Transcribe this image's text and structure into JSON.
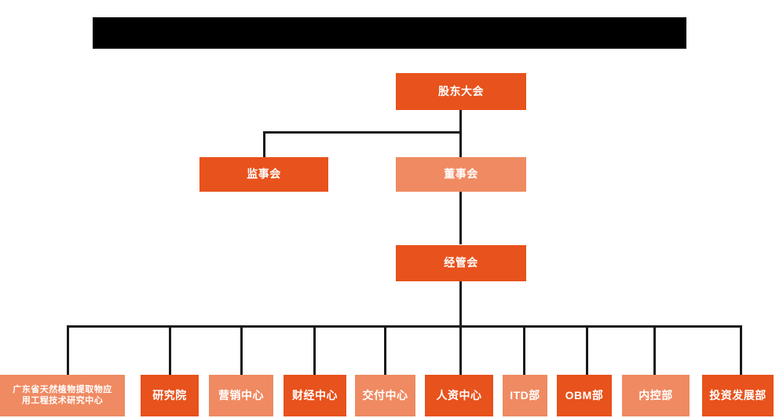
{
  "diagram": {
    "title_bar": {
      "text": "",
      "redacted": true
    },
    "type": "organization-chart",
    "colors": {
      "primary_dark": "#E8521C",
      "primary_light": "#EF8A62",
      "connector": "#1a1a1a",
      "background": "#FFFFFF",
      "header_bar": "#000000",
      "label_text": "#FFFFFF"
    },
    "levels": [
      {
        "level": 1,
        "nodes": [
          {
            "id": "shareholders-meeting",
            "label": "股东大会",
            "shade": "dark",
            "font_size": 14
          }
        ]
      },
      {
        "level": 2,
        "nodes": [
          {
            "id": "board-of-supervisors",
            "label": "监事会",
            "shade": "dark",
            "font_size": 14
          },
          {
            "id": "board-of-directors",
            "label": "董事会",
            "shade": "light",
            "font_size": 14
          }
        ]
      },
      {
        "level": 3,
        "nodes": [
          {
            "id": "management-committee",
            "label": "经管会",
            "shade": "dark",
            "font_size": 14
          }
        ]
      },
      {
        "level": 4,
        "nodes": [
          {
            "id": "guangdong-research-center",
            "label": "广东省天然植物提取物应\n用工程技术研究中心",
            "shade": "light",
            "font_size": 11
          },
          {
            "id": "research-institute",
            "label": "研究院",
            "shade": "dark",
            "font_size": 14
          },
          {
            "id": "marketing-center",
            "label": "营销中心",
            "shade": "light",
            "font_size": 14
          },
          {
            "id": "finance-center",
            "label": "财经中心",
            "shade": "dark",
            "font_size": 14
          },
          {
            "id": "delivery-center",
            "label": "交付中心",
            "shade": "light",
            "font_size": 14
          },
          {
            "id": "hr-center",
            "label": "人资中心",
            "shade": "dark",
            "font_size": 14
          },
          {
            "id": "itd-department",
            "label": "ITD部",
            "shade": "light",
            "font_size": 14
          },
          {
            "id": "obm-department",
            "label": "OBM部",
            "shade": "dark",
            "font_size": 14
          },
          {
            "id": "internal-control-department",
            "label": "内控部",
            "shade": "light",
            "font_size": 14
          },
          {
            "id": "investment-development-department",
            "label": "投资发展部",
            "shade": "dark",
            "font_size": 14
          }
        ]
      }
    ]
  }
}
